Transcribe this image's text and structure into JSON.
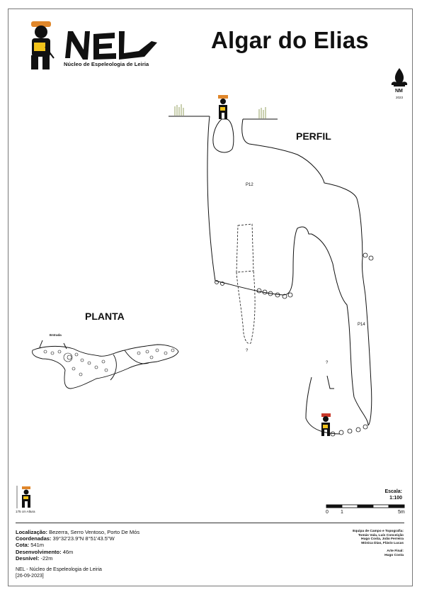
{
  "header": {
    "logo_text": "NEL",
    "logo_subtitle": "Núcleo de Espeleologia de Leiria",
    "title": "Algar do Elias",
    "nm_mark": "NM",
    "nm_year": "2023"
  },
  "profile": {
    "label": "PERFIL",
    "pitch_p12": "P12",
    "pitch_p14": "P14",
    "unknown_1": "?",
    "unknown_2": "?"
  },
  "plan": {
    "label": "PLANTA",
    "entrance": "Entrada"
  },
  "figure_ref": {
    "height_label": "175 cm Altura"
  },
  "scale": {
    "title": "Escala:",
    "ratio": "1:100",
    "tick_0": "0",
    "tick_1": "1",
    "tick_5": "5m"
  },
  "info": {
    "location_key": "Localização:",
    "location_val": "Bezerra, Serro Ventoso, Porto De Mós",
    "coords_key": "Coordenadas:",
    "coords_val": "39°32'23.9\"N 8°51'43.5\"W",
    "cota_key": "Cota:",
    "cota_val": "541m",
    "dev_key": "Desenvolvimento:",
    "dev_val": "46m",
    "desn_key": "Desnível:",
    "desn_val": "-22m"
  },
  "footer": {
    "org": "NEL - Núcleo de Espeleologia de Leiria",
    "date": "[26-09-2023]"
  },
  "credits": {
    "team_title": "Equipa de Campo e Topografia:",
    "team_1": "Tomás Vala, Luís Conceição",
    "team_2": "Hugo Costa, João Ferreira",
    "team_3": "Mónica Dias, Flávio Lucas",
    "art_title": "Arte Final:",
    "art_name": "Hugo Costa"
  }
}
